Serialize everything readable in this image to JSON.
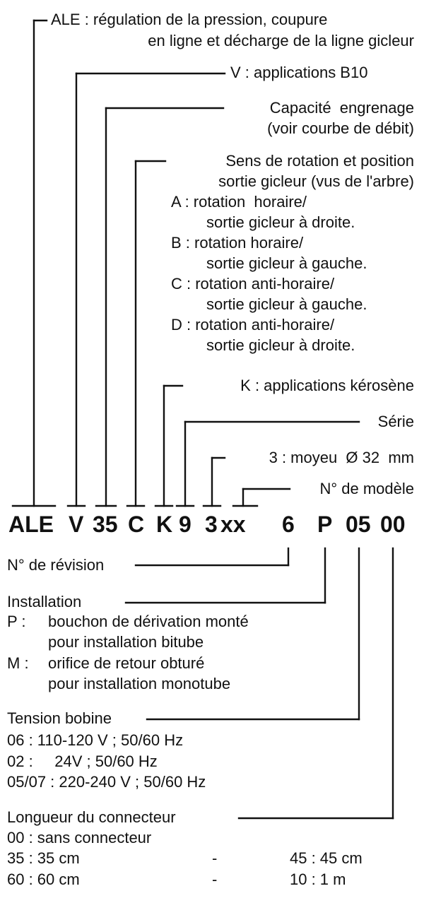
{
  "model_code": {
    "ale": "ALE",
    "v": "V",
    "cap": "35",
    "rot": "C",
    "k": "K",
    "serie": "9",
    "moyeu": "3",
    "modele": "xx",
    "revision": "6",
    "install": "P",
    "tension": "05",
    "connecteur": "00"
  },
  "top_labels": {
    "ale_line1": "ALE : régulation de la pression, coupure",
    "ale_line2": "en ligne et décharge de la ligne gicleur",
    "v": "V : applications B10",
    "cap_line1": "Capacité  engrenage",
    "cap_line2": "(voir courbe de débit)",
    "rot_line1": "Sens de rotation et position",
    "rot_line2": "sortie gicleur (vus de l'arbre)",
    "rot_options": [
      {
        "key": "A : rotation  horaire/",
        "sub": "sortie gicleur à droite."
      },
      {
        "key": "B : rotation horaire/",
        "sub": "sortie gicleur à gauche."
      },
      {
        "key": "C : rotation anti-horaire/",
        "sub": "sortie gicleur à gauche."
      },
      {
        "key": "D : rotation anti-horaire/",
        "sub": "sortie gicleur à droite."
      }
    ],
    "k": "K : applications kérosène",
    "serie": "Série",
    "moyeu": "3 : moyeu  Ø 32  mm",
    "modele": "N° de modèle"
  },
  "bottom_labels": {
    "revision": "N° de révision",
    "install_title": "Installation",
    "install_options": [
      {
        "key": "P :",
        "line1": "bouchon de dérivation monté",
        "line2": "pour installation bitube"
      },
      {
        "key": "M :",
        "line1": "orifice de retour obturé",
        "line2": "pour installation monotube"
      }
    ],
    "tension_title": "Tension bobine",
    "tension_options": [
      "06 : 110-120 V ; 50/60 Hz",
      "02 :     24V ; 50/60 Hz",
      "05/07 : 220-240 V ; 50/60 Hz"
    ],
    "connecteur_title": "Longueur du connecteur",
    "connecteur_options": [
      "00 : sans connecteur",
      {
        "left": "35 : 35 cm",
        "dash": "-",
        "right": "45 : 45 cm"
      },
      {
        "left": "60 : 60 cm",
        "dash": "-",
        "right": "10 : 1 m"
      }
    ]
  }
}
